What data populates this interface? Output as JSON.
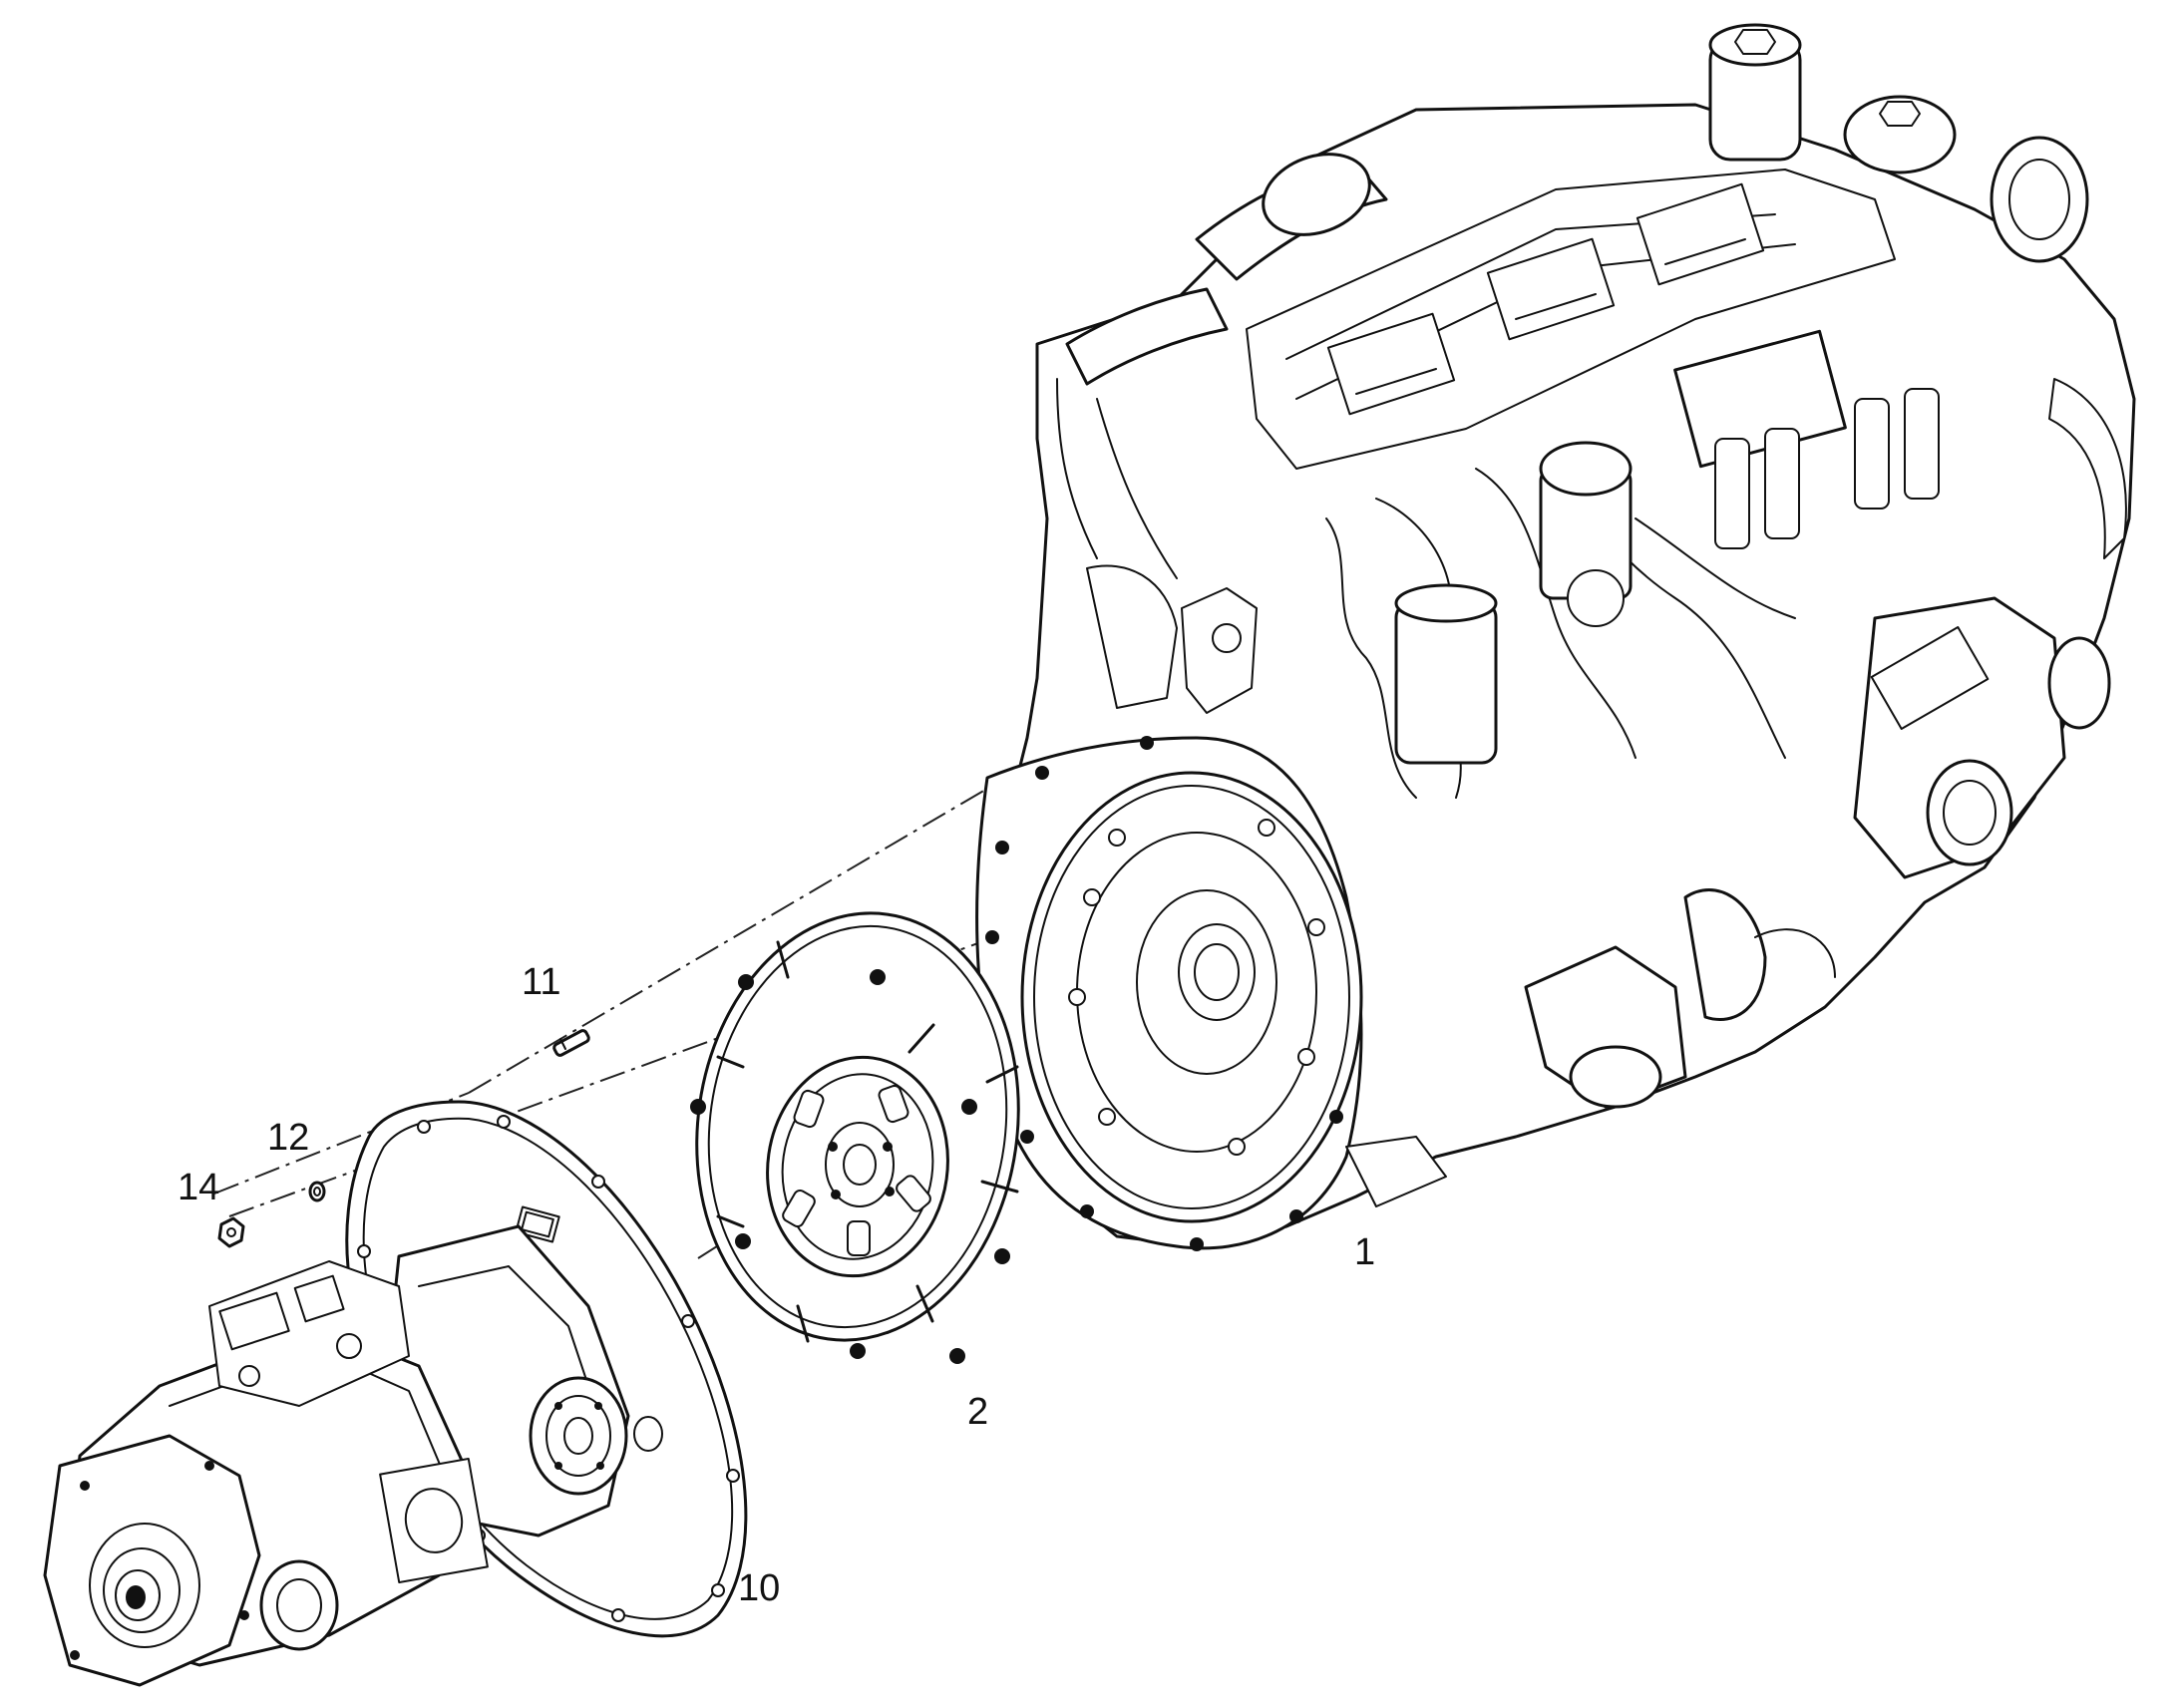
{
  "diagram": {
    "callouts": {
      "engine": "1",
      "clutch_disc": "2",
      "adapter_plate": "10",
      "dowel_pin": "11",
      "washer": "12",
      "nut": "14"
    },
    "line_color": "#111111",
    "background": "#ffffff"
  }
}
